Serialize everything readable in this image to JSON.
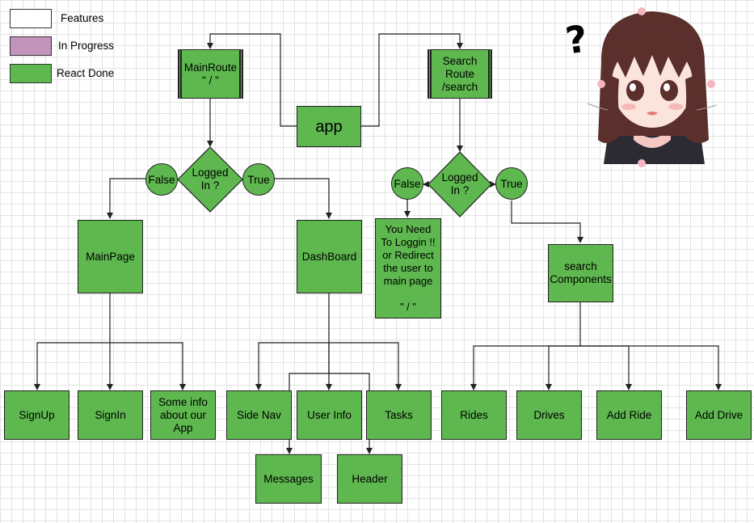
{
  "legend": {
    "items": [
      {
        "label": "Features",
        "color": "#ffffff"
      },
      {
        "label": "In Progress",
        "color": "#c293bb"
      },
      {
        "label": "React Done",
        "color": "#5eb84f"
      }
    ]
  },
  "colors": {
    "done": "#5eb84f",
    "in_progress": "#c293bb",
    "features": "#ffffff",
    "line": "#222222"
  },
  "nodes": {
    "app": "app",
    "main_route": "MainRoute\n\" / \"",
    "search_route": "Search\nRoute\n/search",
    "logged_in_left": "Logged\nIn ?",
    "logged_in_right": "Logged\nIn ?",
    "false_left": "False",
    "true_left": "True",
    "false_right": "False",
    "true_right": "True",
    "main_page": "MainPage",
    "dashboard": "DashBoard",
    "you_need_login": "You Need\nTo Loggin !!\nor Redirect\nthe user to\nmain page\n\n\" / \"",
    "search_components": "search\nComponents",
    "sign_up": "SignUp",
    "sign_in": "SignIn",
    "some_info": "Some info\nabout our\nApp",
    "side_nav": "Side Nav",
    "user_info": "User Info",
    "tasks": "Tasks",
    "messages": "Messages",
    "header": "Header",
    "rides": "Rides",
    "drives": "Drives",
    "add_ride": "Add Ride",
    "add_drive": "Add Drive"
  },
  "decoration": {
    "question_mark": "?",
    "character_icon": "anime-girl-icon"
  }
}
